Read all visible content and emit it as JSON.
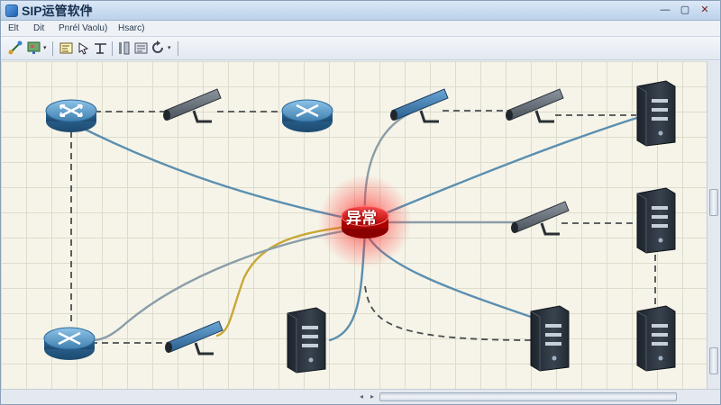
{
  "window": {
    "title": "SIP运管软件",
    "title_caret": "▾",
    "min_glyph": "—",
    "max_glyph": "▢",
    "close_glyph": "✕"
  },
  "menu": {
    "items": [
      "Elt",
      "Dit",
      "Pnrél Vaolu)",
      "Hsarc)"
    ]
  },
  "toolbar": {
    "icons": [
      "connect-tool-icon",
      "node-palette-icon",
      "layout-icon",
      "pointer-tool-icon",
      "zoom-tool-icon",
      "print-icon",
      "properties-icon",
      "refresh-icon"
    ],
    "caret": "▾"
  },
  "topology": {
    "alert_label": "异常",
    "devices": [
      "router",
      "camera",
      "router",
      "camera",
      "camera",
      "server",
      "camera",
      "server",
      "router",
      "camera",
      "server",
      "server",
      "server"
    ]
  },
  "colors": {
    "router_body": "#4f8fbf",
    "camera_blue": "#3c7bb4",
    "camera_gray": "#5f6873",
    "server_body": "#2b3440",
    "alert_red": "#e01010",
    "link_blue": "#5b8fb0",
    "link_yellow": "#c8a838",
    "link_dash": "#4a4e52"
  },
  "scroll": {
    "left_arrow": "◂",
    "right_arrow": "▸"
  }
}
